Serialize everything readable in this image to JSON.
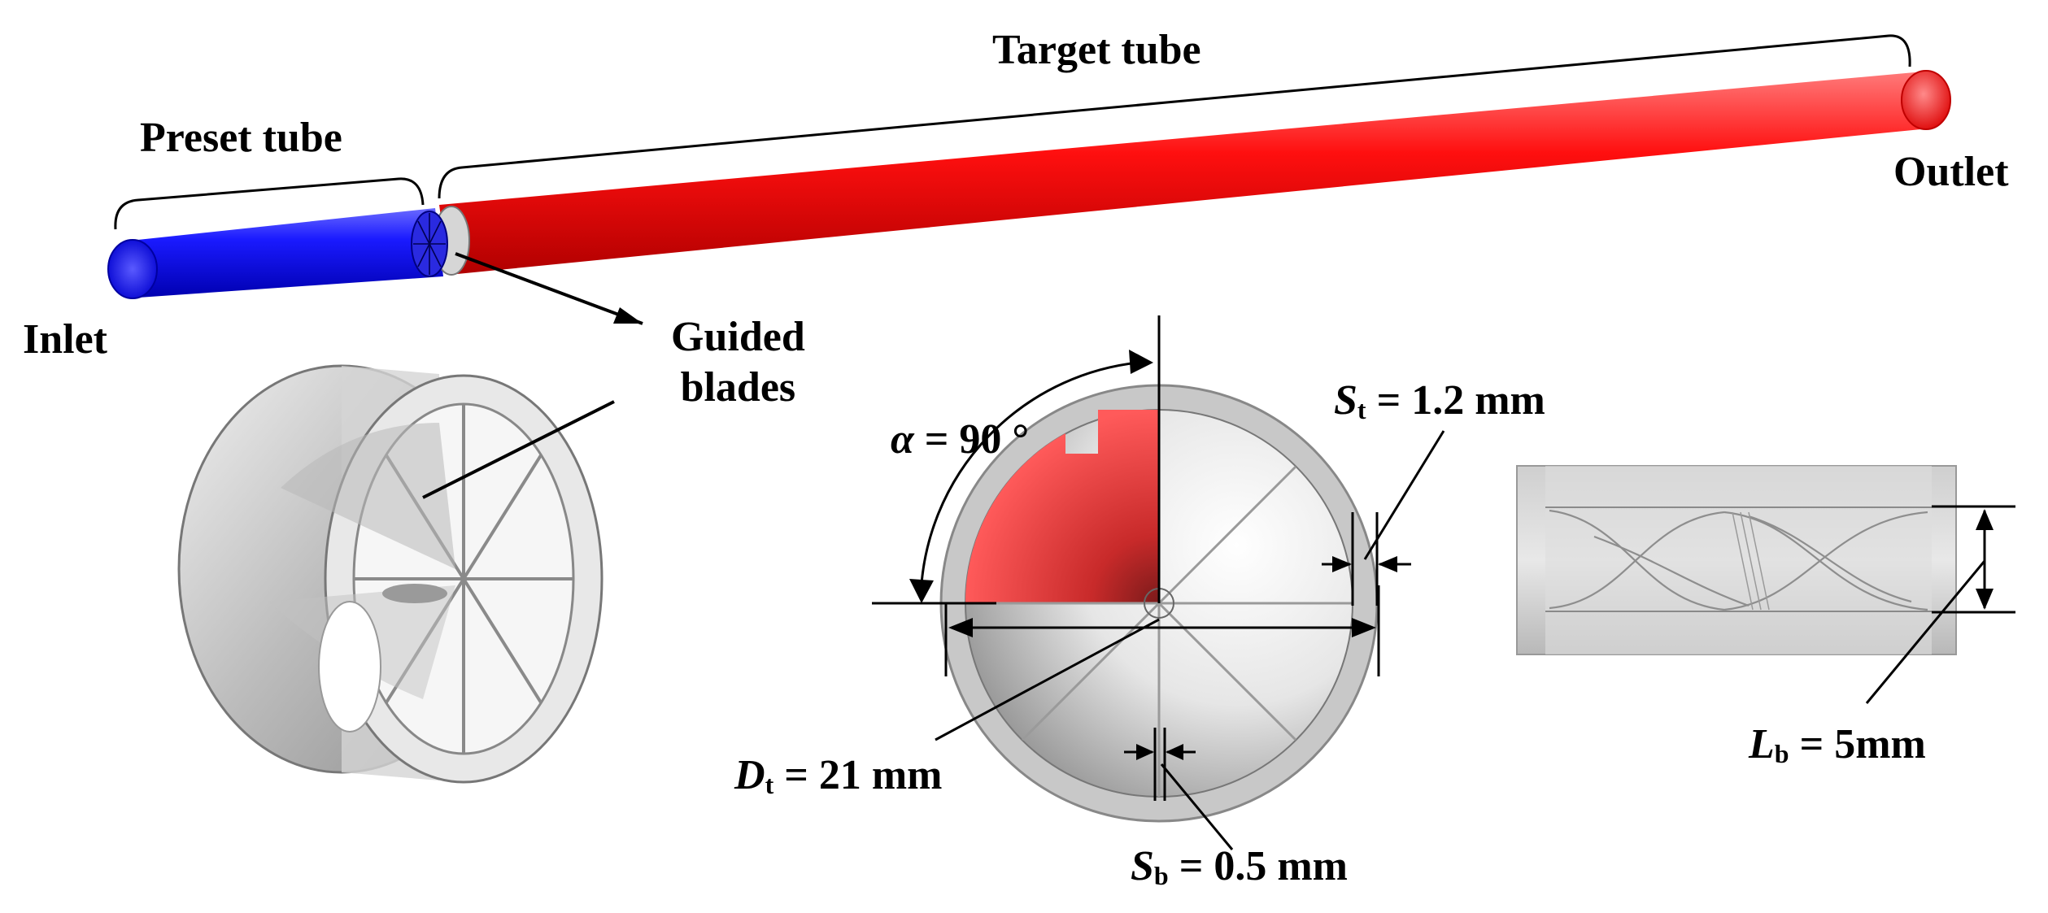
{
  "labels": {
    "target_tube": "Target tube",
    "preset_tube": "Preset tube",
    "outlet": "Outlet",
    "inlet": "Inlet",
    "guided_line1": "Guided",
    "guided_line2": "blades"
  },
  "dimensions": {
    "alpha_symbol": "α",
    "alpha_value": " = 90 °",
    "st_symbol": "S",
    "st_sub": "t",
    "st_value": " = 1.2 mm",
    "dt_symbol": "D",
    "dt_sub": "t",
    "dt_value": " = 21 mm",
    "sb_symbol": "S",
    "sb_sub": "b",
    "sb_value": " = 0.5 mm",
    "lb_symbol": "L",
    "lb_sub": "b",
    "lb_value": " = 5mm"
  },
  "colors": {
    "preset_tube": "#1a1aff",
    "target_tube": "#ff0f0f",
    "blade_gray": "#c8c8c8",
    "sector_red": "#e83a3a"
  }
}
